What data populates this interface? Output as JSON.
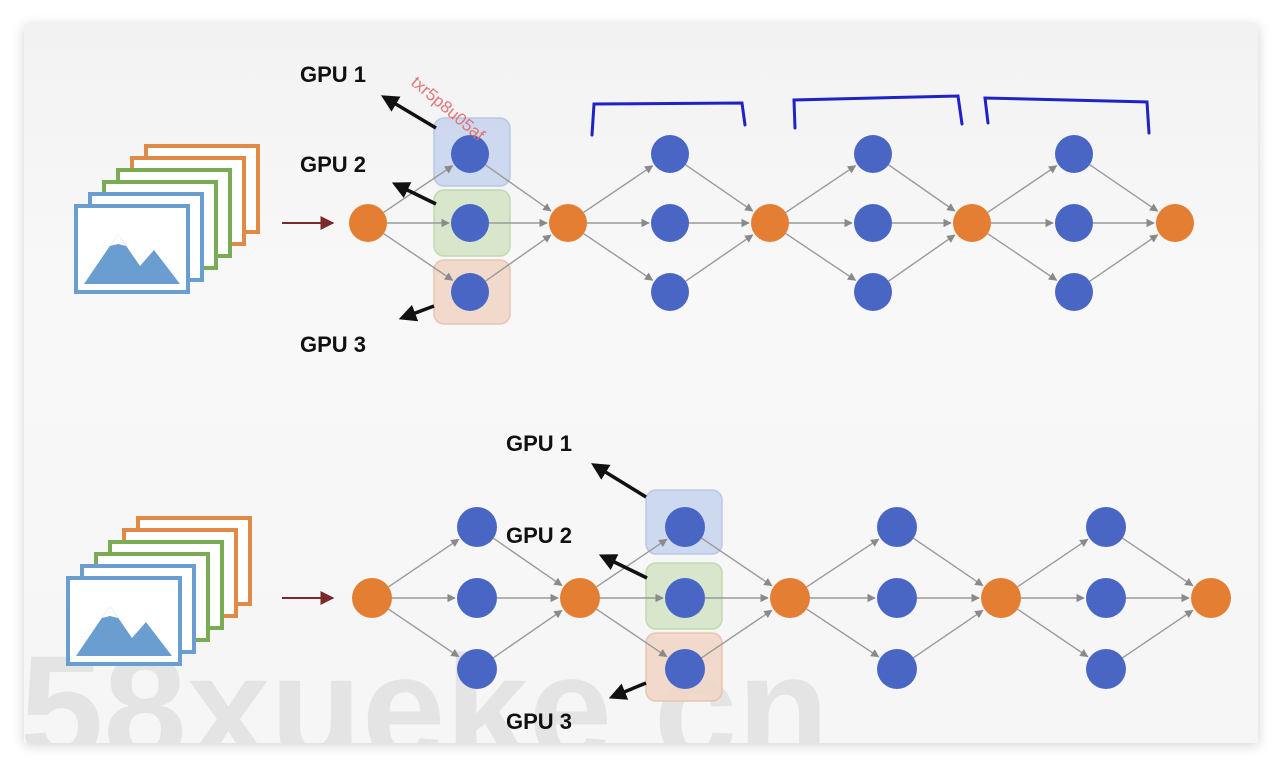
{
  "colors": {
    "input_node": "#e47e33",
    "hidden_node": "#4a66c4",
    "edge": "#9a9a9a",
    "input_arrow": "#7a2a2a",
    "bracket": "#1f22c7",
    "gpu1_box": "#c9d6ee",
    "gpu2_box": "#d5e6c8",
    "gpu3_box": "#f1d7c7",
    "stack_orange": "#e08a47",
    "stack_green": "#7aab55",
    "stack_blue": "#6a9dd0"
  },
  "top_diagram": {
    "title": "",
    "gpu_labels": [
      "GPU 1",
      "GPU 2",
      "GPU 3"
    ],
    "partition": "split within one layer (each GPU gets one neuron)",
    "brackets": 3
  },
  "bottom_diagram": {
    "title": "",
    "gpu_labels": [
      "GPU 1",
      "GPU 2",
      "GPU 3"
    ],
    "partition": "split within second hidden layer"
  },
  "watermark": "58xueke cn",
  "stamp": "txr5p8u05af",
  "icons": [
    "image-stack-icon",
    "image-stack-icon"
  ]
}
